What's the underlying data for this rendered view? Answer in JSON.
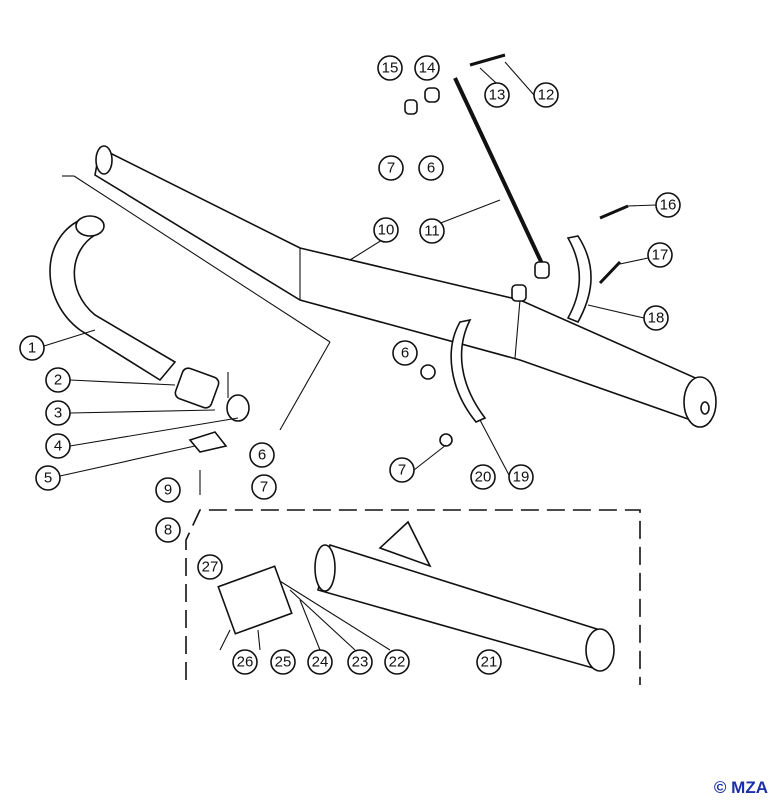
{
  "diagram": {
    "callouts": [
      "1",
      "2",
      "3",
      "4",
      "5",
      "6",
      "7",
      "8",
      "9",
      "10",
      "11",
      "12",
      "13",
      "14",
      "15",
      "6",
      "7",
      "16",
      "17",
      "18",
      "6",
      "7",
      "20",
      "19",
      "21",
      "22",
      "23",
      "24",
      "25",
      "26",
      "27"
    ]
  },
  "copyright": "© MZA",
  "colors": {
    "ink": "#111111",
    "copyright": "#1a2fa8"
  }
}
